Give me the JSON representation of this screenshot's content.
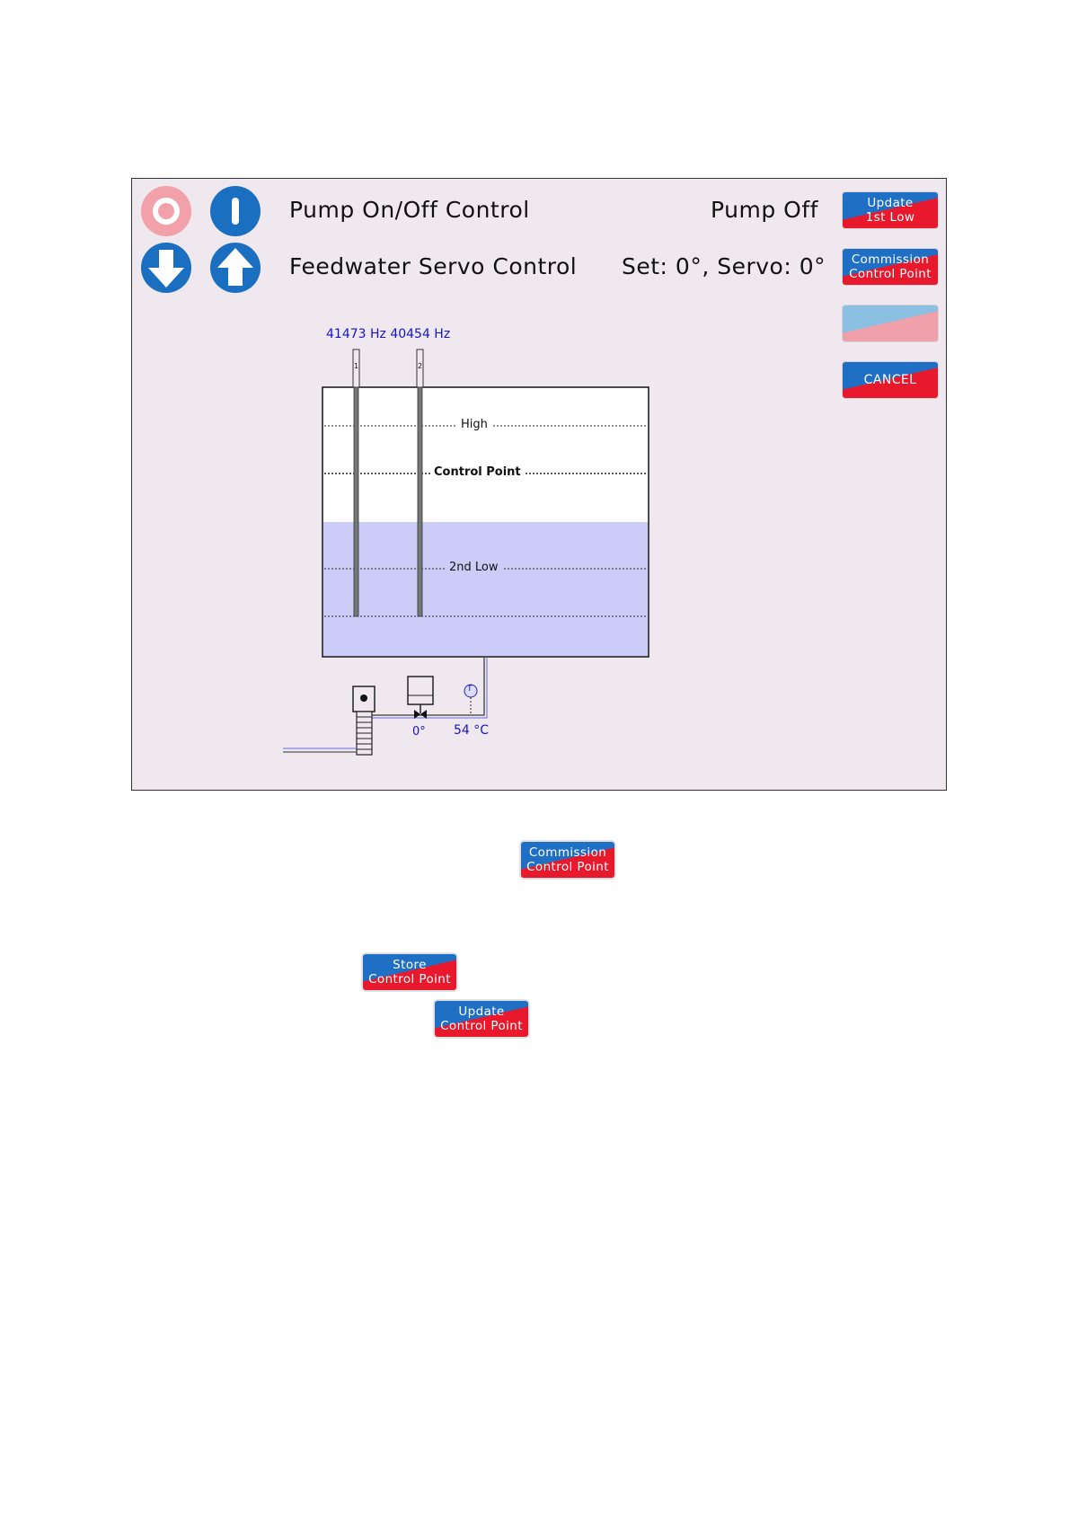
{
  "header": {
    "pump_control_label": "Pump On/Off Control",
    "pump_status": "Pump Off",
    "servo_control_label": "Feedwater Servo Control",
    "servo_status": "Set: 0°, Servo: 0°"
  },
  "side_buttons": {
    "update_1st_low": [
      "Update",
      "1st Low"
    ],
    "commission_control_point": [
      "Commission",
      "Control Point"
    ],
    "blank": "",
    "cancel": "CANCEL"
  },
  "icons": {
    "pump_off": "power-off-icon",
    "pump_on": "power-on-icon",
    "servo_down": "arrow-down-icon",
    "servo_up": "arrow-up-icon"
  },
  "probes": {
    "frequencies": "41473 Hz 40454 Hz",
    "probe1_label": "1",
    "probe2_label": "2"
  },
  "tank": {
    "high_label": "High",
    "control_point_label": "Control Point",
    "second_low_label": "2nd Low",
    "water_level_fraction": 0.5
  },
  "piping": {
    "valve_angle": "0°",
    "temperature": "54 °C",
    "temp_sensor_label": "T"
  },
  "document_buttons": {
    "commission": [
      "Commission",
      "Control Point"
    ],
    "store": [
      "Store",
      "Control Point"
    ],
    "update": [
      "Update",
      "Control Point"
    ]
  },
  "colors": {
    "screen_bg": "#efe8ee",
    "button_blue": "#1f6fc4",
    "button_red": "#e8192c",
    "water": "#ccccf8",
    "off_button": "#f2a0aa",
    "on_button": "#1a6fc0"
  }
}
